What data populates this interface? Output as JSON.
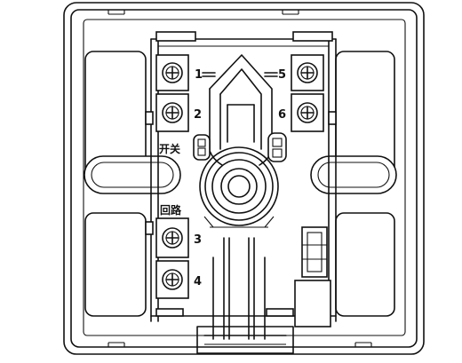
{
  "terminals": {
    "t1": "1",
    "t2": "2",
    "t3": "3",
    "t4": "4",
    "t5": "5",
    "t6": "6"
  },
  "labels": {
    "switch": "开关",
    "circuit": "回路"
  }
}
